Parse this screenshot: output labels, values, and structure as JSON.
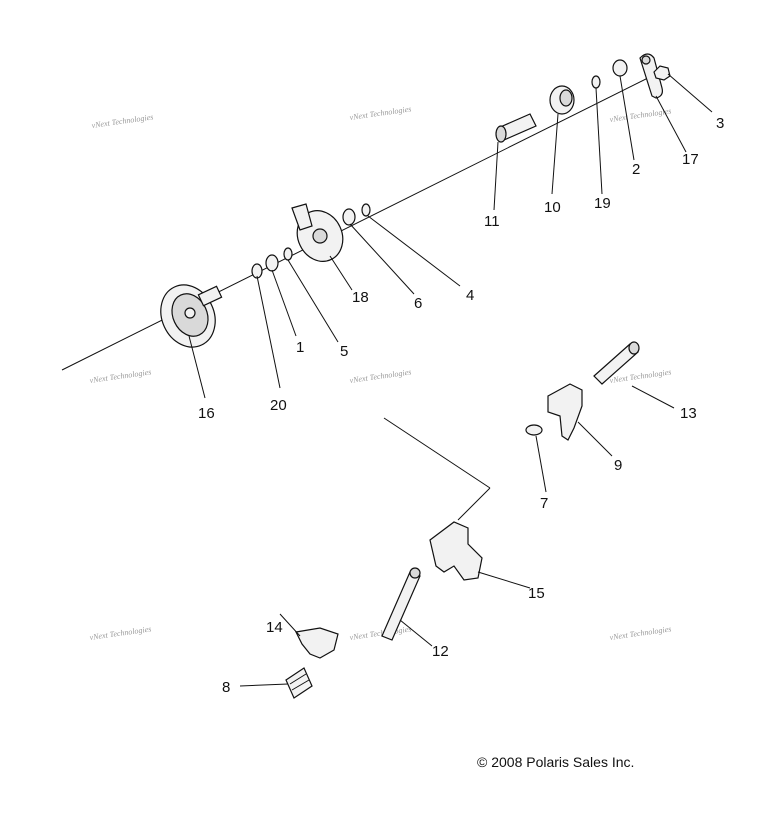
{
  "watermark": "vNext Technologies",
  "copyright": "© 2008 Polaris Sales Inc.",
  "callouts": {
    "c1": "1",
    "c2": "2",
    "c3": "3",
    "c4": "4",
    "c5": "5",
    "c6": "6",
    "c7": "7",
    "c8": "8",
    "c9": "9",
    "c10": "10",
    "c11": "11",
    "c12": "12",
    "c13": "13",
    "c14": "14",
    "c15": "15",
    "c16": "16",
    "c17": "17",
    "c18": "18",
    "c19": "19",
    "c20": "20"
  }
}
